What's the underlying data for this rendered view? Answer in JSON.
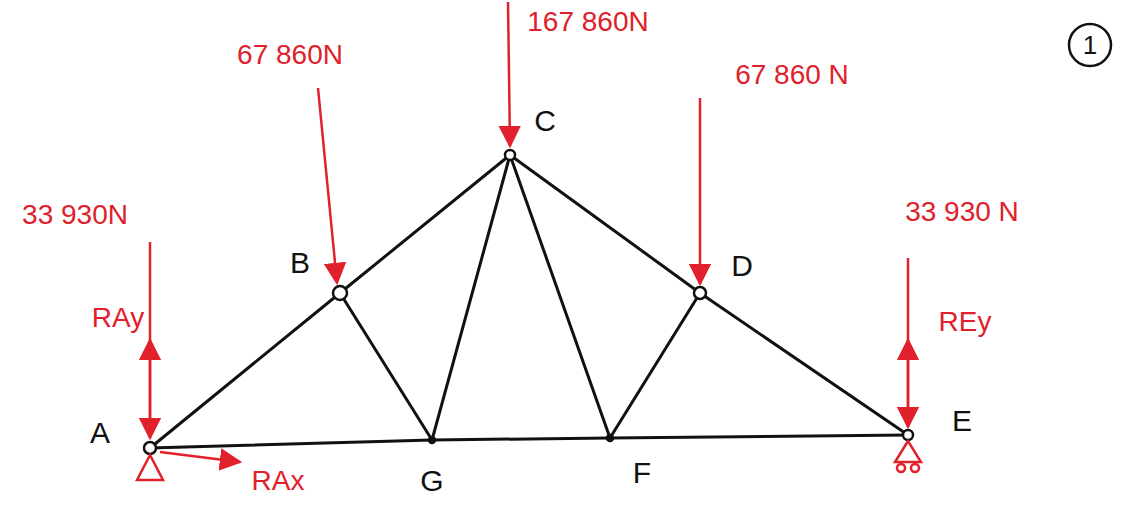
{
  "diagram": {
    "labels": [
      "67 860N",
      "167 860N",
      "1",
      "C",
      "67 860 N",
      "33 930N",
      "33 930 N",
      "B",
      "D",
      "REy",
      "RAy",
      "A",
      "E",
      "RAx",
      "G",
      "F"
    ]
  }
}
